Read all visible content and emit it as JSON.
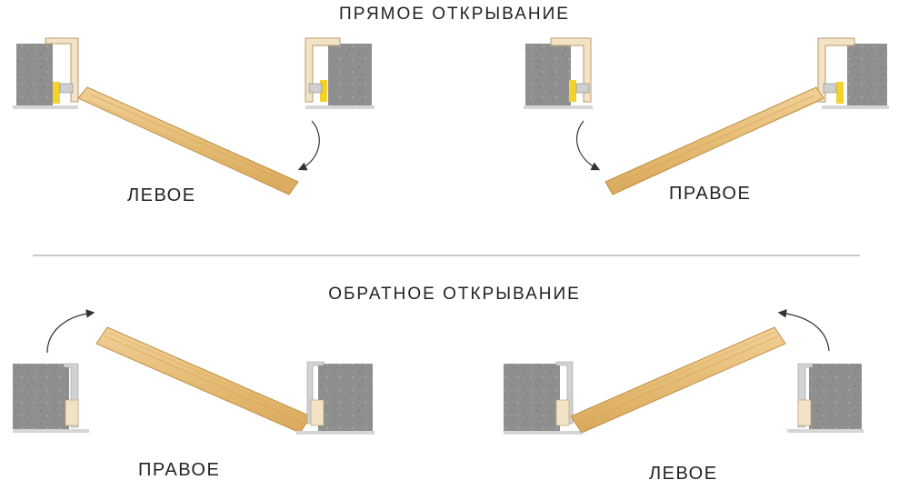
{
  "sections": {
    "direct": {
      "title": "ПРЯМОЕ ОТКРЫВАНИЕ",
      "left_label": "ЛЕВОЕ",
      "right_label": "ПРАВОЕ"
    },
    "reverse": {
      "title": "ОБРАТНОЕ  ОТКРЫВАНИЕ",
      "left_label": "ПРАВОЕ",
      "right_label": "ЛЕВОЕ"
    }
  },
  "colors": {
    "wall": "#8f8f8f",
    "wood": "#e9c27e",
    "wood_grain": "#cf9d52",
    "frame": "#f3e3c6",
    "seal": "#f2d22b",
    "metal": "#cfcfcf",
    "divider": "#b5b5b5"
  }
}
